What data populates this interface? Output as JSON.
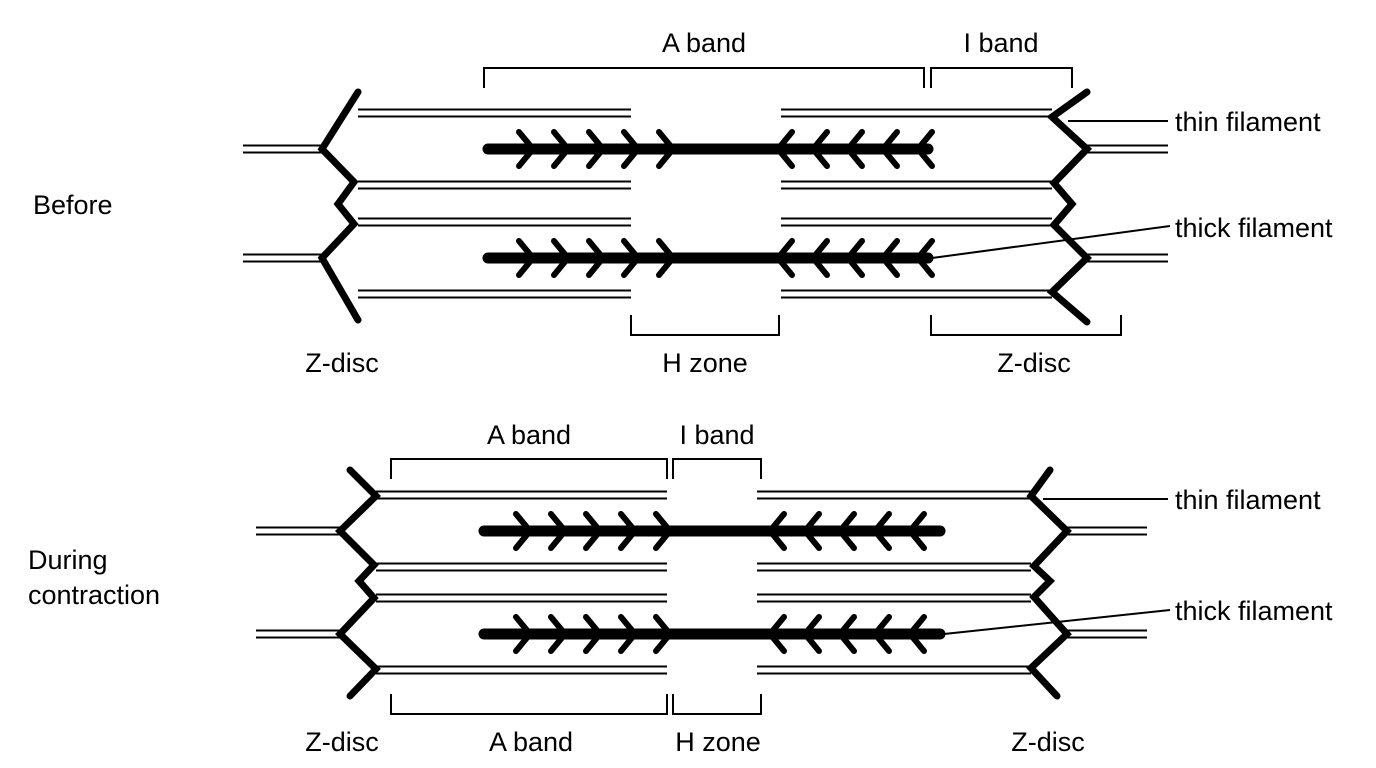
{
  "colors": {
    "ink": "#000000",
    "background": "#ffffff"
  },
  "panels": {
    "before": {
      "state_label": "Before",
      "a_band_label": "A band",
      "i_band_label": "I band",
      "h_zone_label": "H zone",
      "z_disc_left_label": "Z-disc",
      "z_disc_right_label": "Z-disc",
      "thin_filament_label": "thin filament",
      "thick_filament_label": "thick filament"
    },
    "contraction": {
      "state_label_line1": "During",
      "state_label_line2": "contraction",
      "a_band_top_label": "A band",
      "i_band_label": "I band",
      "a_band_bottom_label": "A band",
      "h_zone_label": "H zone",
      "z_disc_left_label": "Z-disc",
      "z_disc_right_label": "Z-disc",
      "thin_filament_label": "thin filament",
      "thick_filament_label": "thick filament"
    }
  }
}
